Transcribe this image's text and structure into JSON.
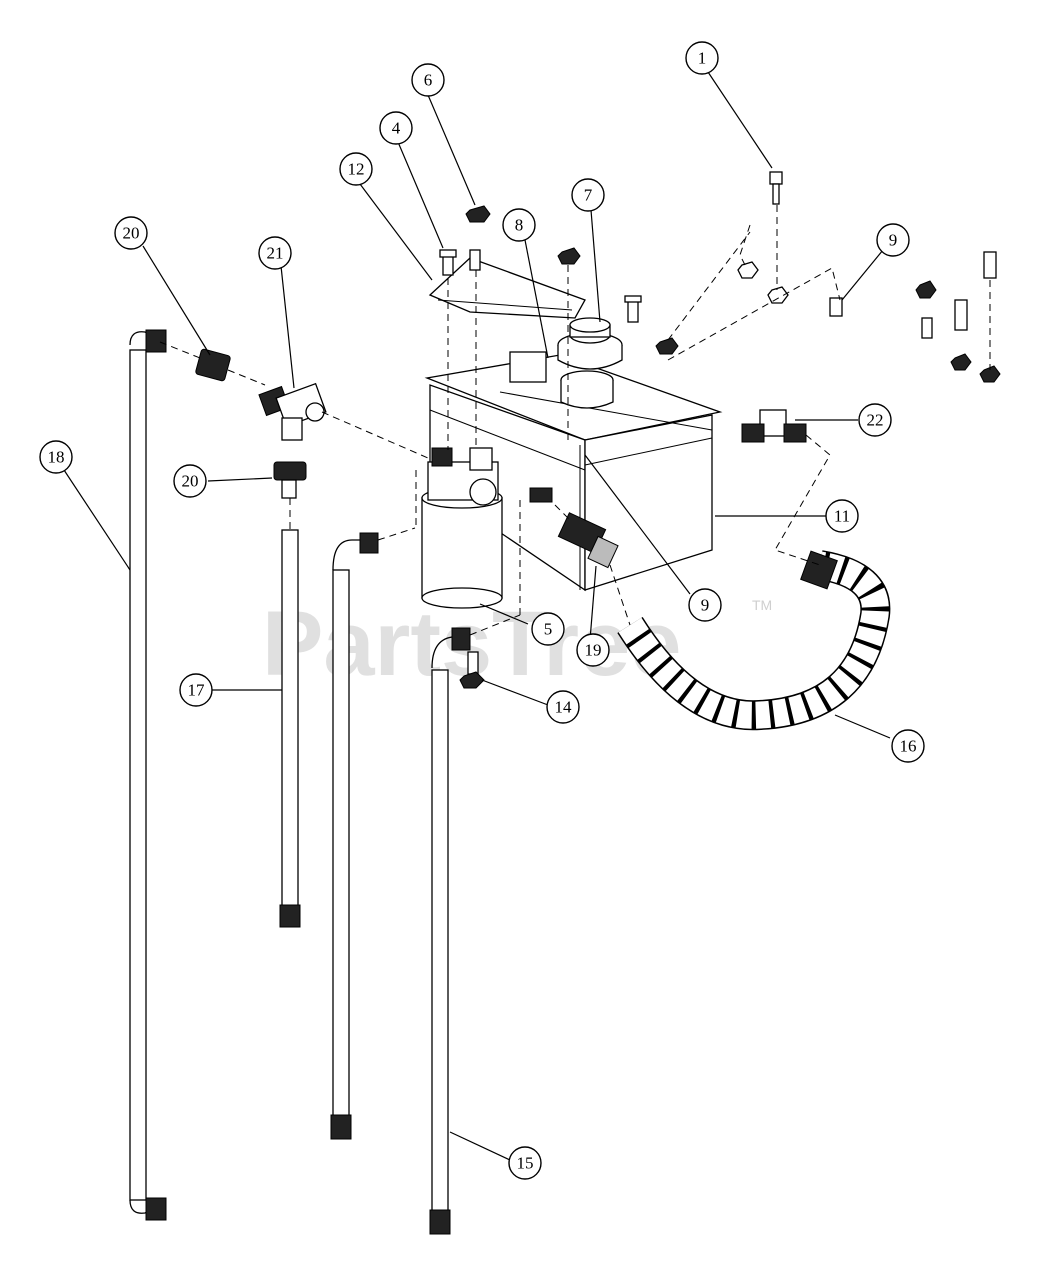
{
  "watermark": {
    "text": "PartsTree",
    "trademark": "TM"
  },
  "callouts": [
    {
      "id": "callout-1",
      "label": "1"
    },
    {
      "id": "callout-4",
      "label": "4"
    },
    {
      "id": "callout-5",
      "label": "5"
    },
    {
      "id": "callout-6",
      "label": "6"
    },
    {
      "id": "callout-7",
      "label": "7"
    },
    {
      "id": "callout-8",
      "label": "8"
    },
    {
      "id": "callout-9a",
      "label": "9"
    },
    {
      "id": "callout-9b",
      "label": "9"
    },
    {
      "id": "callout-11",
      "label": "11"
    },
    {
      "id": "callout-12",
      "label": "12"
    },
    {
      "id": "callout-14",
      "label": "14"
    },
    {
      "id": "callout-15",
      "label": "15"
    },
    {
      "id": "callout-16",
      "label": "16"
    },
    {
      "id": "callout-17",
      "label": "17"
    },
    {
      "id": "callout-18",
      "label": "18"
    },
    {
      "id": "callout-19",
      "label": "19"
    },
    {
      "id": "callout-20a",
      "label": "20"
    },
    {
      "id": "callout-20b",
      "label": "20"
    },
    {
      "id": "callout-21",
      "label": "21"
    },
    {
      "id": "callout-22",
      "label": "22"
    }
  ]
}
